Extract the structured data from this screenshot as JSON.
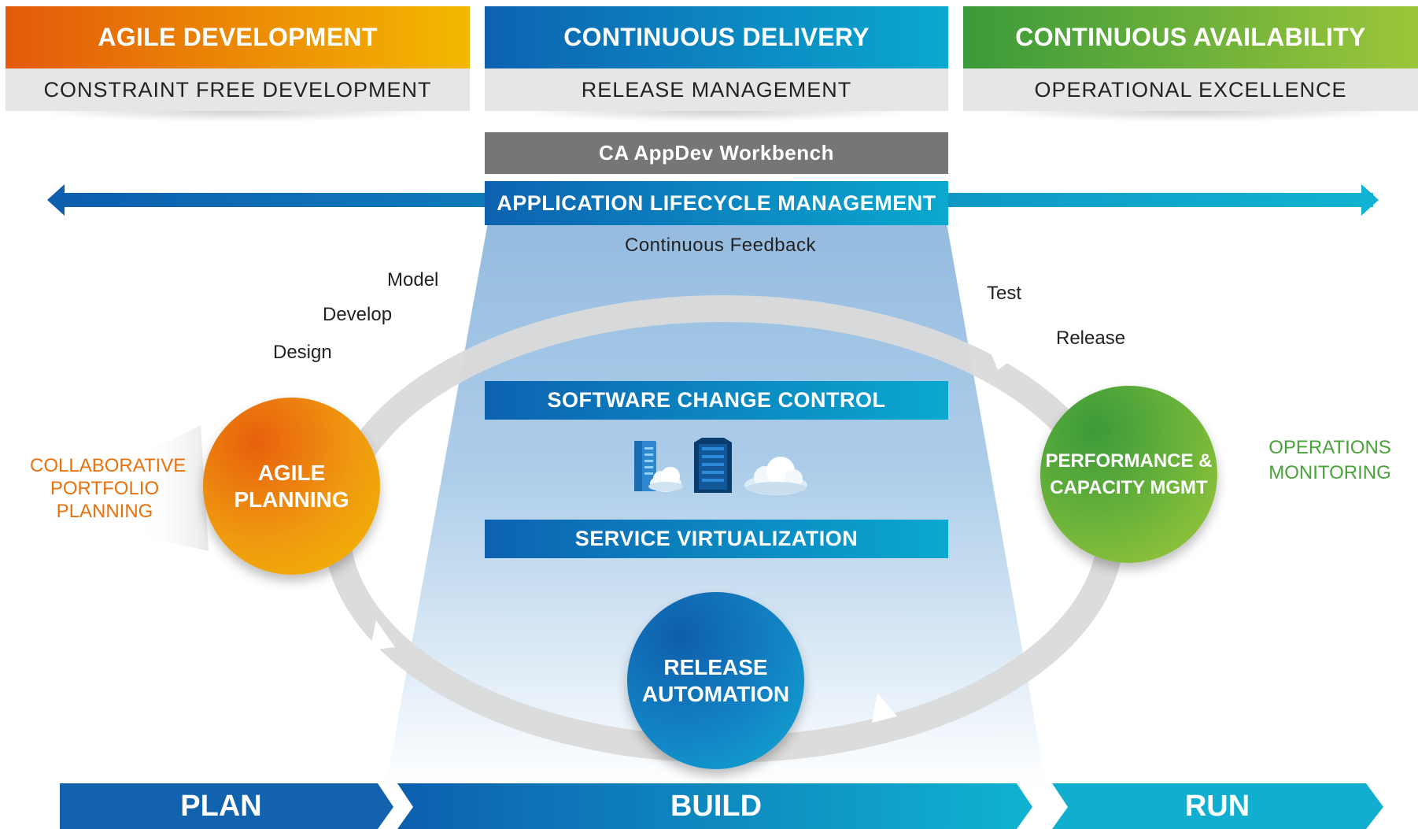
{
  "columns": [
    {
      "title": "AGILE DEVELOPMENT",
      "subtitle": "CONSTRAINT FREE DEVELOPMENT",
      "gradient": [
        "#e35a0a",
        "#f3b800"
      ]
    },
    {
      "title": "CONTINUOUS DELIVERY",
      "subtitle": "RELEASE MANAGEMENT",
      "gradient": [
        "#0d62b0",
        "#0aa8cf"
      ]
    },
    {
      "title": "CONTINUOUS AVAILABILITY",
      "subtitle": "OPERATIONAL EXCELLENCE",
      "gradient": [
        "#3b9a3a",
        "#9cc63a"
      ]
    }
  ],
  "workbench": {
    "label": "CA AppDev Workbench",
    "color": "#767676"
  },
  "alm": {
    "label": "APPLICATION LIFECYCLE MANAGEMENT"
  },
  "feedback": {
    "label": "Continuous Feedback"
  },
  "cycle_labels": {
    "model": "Model",
    "develop": "Develop",
    "design": "Design",
    "test": "Test",
    "release": "Release"
  },
  "center": {
    "change_control": "SOFTWARE CHANGE CONTROL",
    "service_virtualization": "SERVICE VIRTUALIZATION"
  },
  "circles": {
    "agile_planning": {
      "line1": "AGILE",
      "line2": "PLANNING"
    },
    "performance": {
      "line1": "PERFORMANCE &",
      "line2": "CAPACITY MGMT"
    },
    "release_automation": {
      "line1": "RELEASE",
      "line2": "AUTOMATION"
    }
  },
  "side_left": {
    "line1": "COLLABORATIVE",
    "line2": "PORTFOLIO",
    "line3": "PLANNING",
    "color": "#e8720c"
  },
  "side_right": {
    "line1": "OPERATIONS",
    "line2": "MONITORING",
    "color": "#4aa23a"
  },
  "phases": {
    "plan": "PLAN",
    "build": "BUILD",
    "run": "RUN"
  },
  "icons": [
    "server-cloud-icon",
    "mainframe-icon",
    "cloud-icon"
  ]
}
